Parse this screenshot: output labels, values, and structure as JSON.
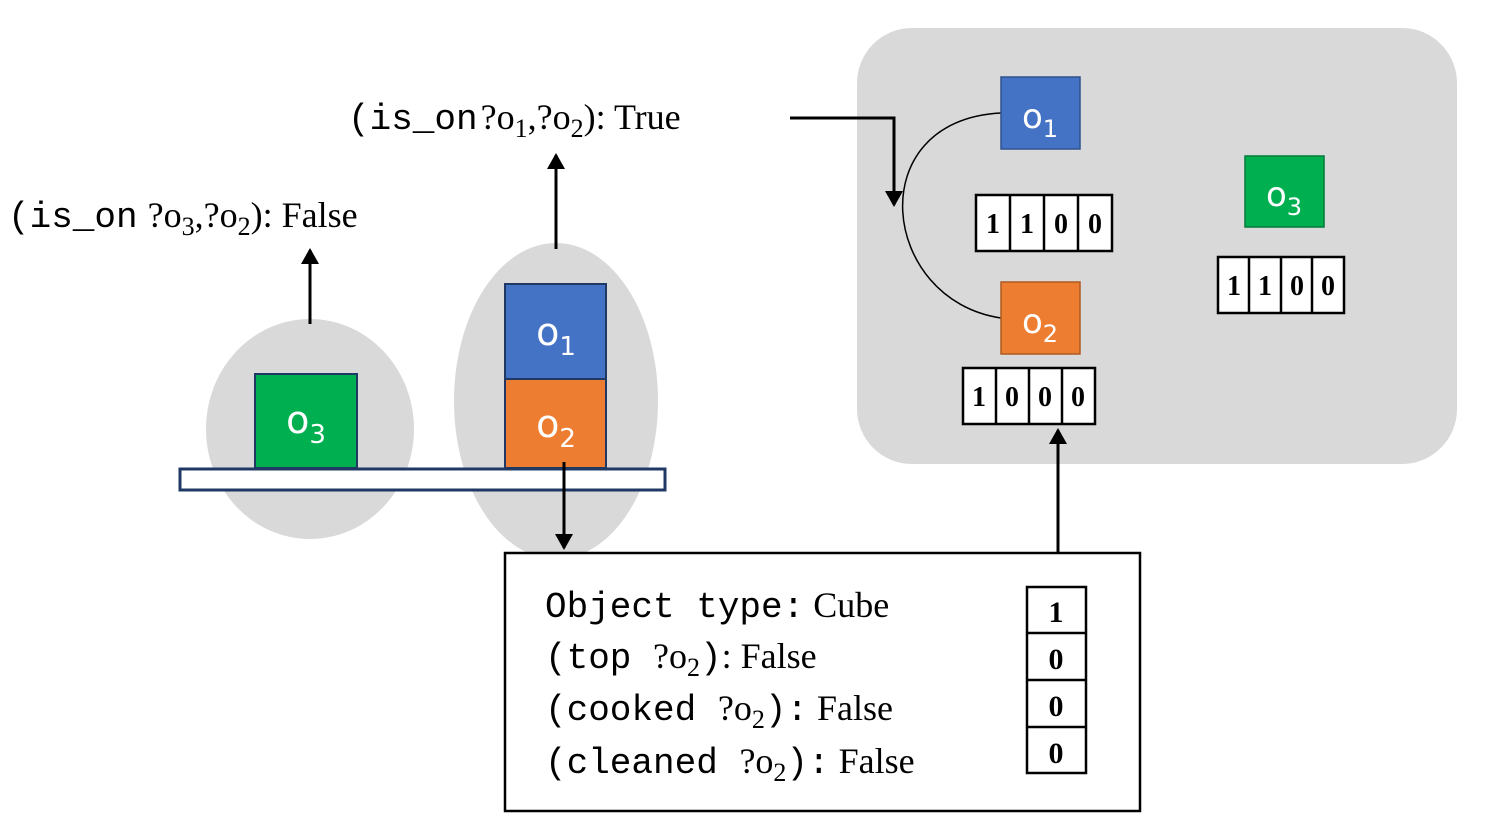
{
  "predicates": {
    "is_on_o1_o2": {
      "name": "(is_on",
      "arg1_var": "?",
      "arg1_base": "o",
      "arg1_sub": "1",
      "sep": ",",
      "arg2_var": "?",
      "arg2_base": "o",
      "arg2_sub": "2",
      "close": ")",
      "value": ": True"
    },
    "is_on_o3_o2": {
      "name": "(is_on",
      "arg1_var": "?",
      "arg1_base": "o",
      "arg1_sub": "3",
      "sep": ",",
      "arg2_var": "?",
      "arg2_base": "o",
      "arg2_sub": "2",
      "close": ")",
      "value": ": False"
    }
  },
  "scene": {
    "objects": {
      "o1": {
        "base": "o",
        "sub": "1",
        "color": "#4472C4"
      },
      "o2": {
        "base": "o",
        "sub": "2",
        "color": "#ED7D31"
      },
      "o3": {
        "base": "o",
        "sub": "3",
        "color": "#00B050"
      }
    }
  },
  "graph": {
    "background_color": "#D9D9D9",
    "nodes": {
      "o1": {
        "base": "o",
        "sub": "1",
        "color": "#4472C4",
        "features": [
          "1",
          "1",
          "0",
          "0"
        ]
      },
      "o2": {
        "base": "o",
        "sub": "2",
        "color": "#ED7D31",
        "features": [
          "1",
          "0",
          "0",
          "0"
        ]
      },
      "o3": {
        "base": "o",
        "sub": "3",
        "color": "#00B050",
        "features": [
          "1",
          "1",
          "0",
          "0"
        ]
      }
    }
  },
  "feature_box": {
    "rows": [
      {
        "key": "Object type",
        "sep": ":",
        "value": " Cube",
        "bit": "1"
      },
      {
        "key": "(top ",
        "var": "?",
        "arg_base": "o",
        "arg_sub": "2",
        "close": ")",
        "sep": ":",
        "value": " False",
        "bit": "0"
      },
      {
        "key": "(cooked ",
        "var": "?",
        "arg_base": "o",
        "arg_sub": "2",
        "close": ")",
        "sep": ":",
        "value": " False",
        "bit": "0"
      },
      {
        "key": "(cleaned ",
        "var": "?",
        "arg_base": "o",
        "arg_sub": "2",
        "close": ")",
        "sep": ":",
        "value": " False",
        "bit": "0"
      }
    ]
  }
}
